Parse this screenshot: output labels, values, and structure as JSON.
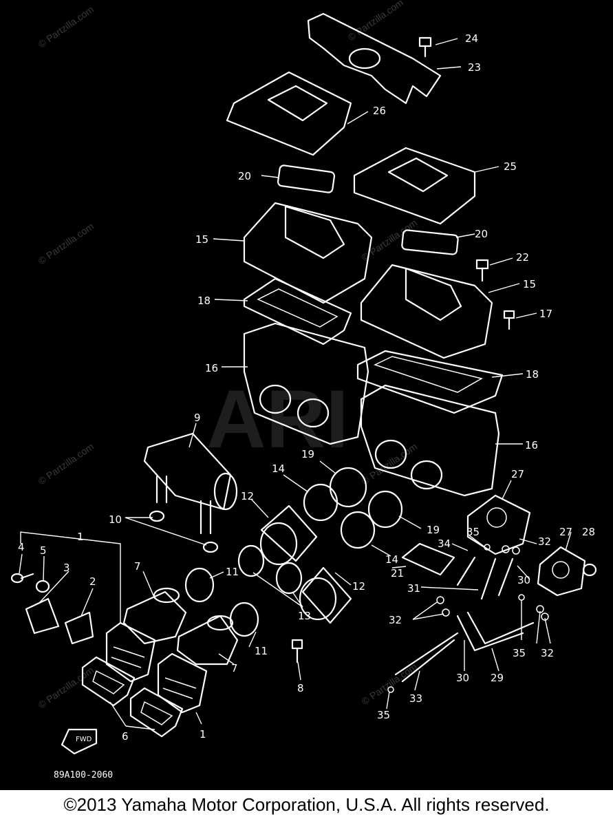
{
  "diagram": {
    "part_code": "89A100-2060",
    "copyright": "©2013 Yamaha Motor Corporation, U.S.A. All rights reserved.",
    "watermark": "© Partzilla.com",
    "big_watermark": "ARI",
    "callouts": [
      "1",
      "1",
      "2",
      "3",
      "4",
      "5",
      "6",
      "7",
      "7",
      "8",
      "9",
      "10",
      "11",
      "11",
      "12",
      "12",
      "13",
      "14",
      "14",
      "15",
      "15",
      "16",
      "16",
      "17",
      "18",
      "18",
      "19",
      "19",
      "20",
      "20",
      "21",
      "22",
      "23",
      "24",
      "25",
      "26",
      "27",
      "27",
      "28",
      "29",
      "30",
      "30",
      "31",
      "32",
      "32",
      "32",
      "33",
      "34",
      "35",
      "35",
      "35"
    ],
    "fwd_label": "FWD"
  }
}
